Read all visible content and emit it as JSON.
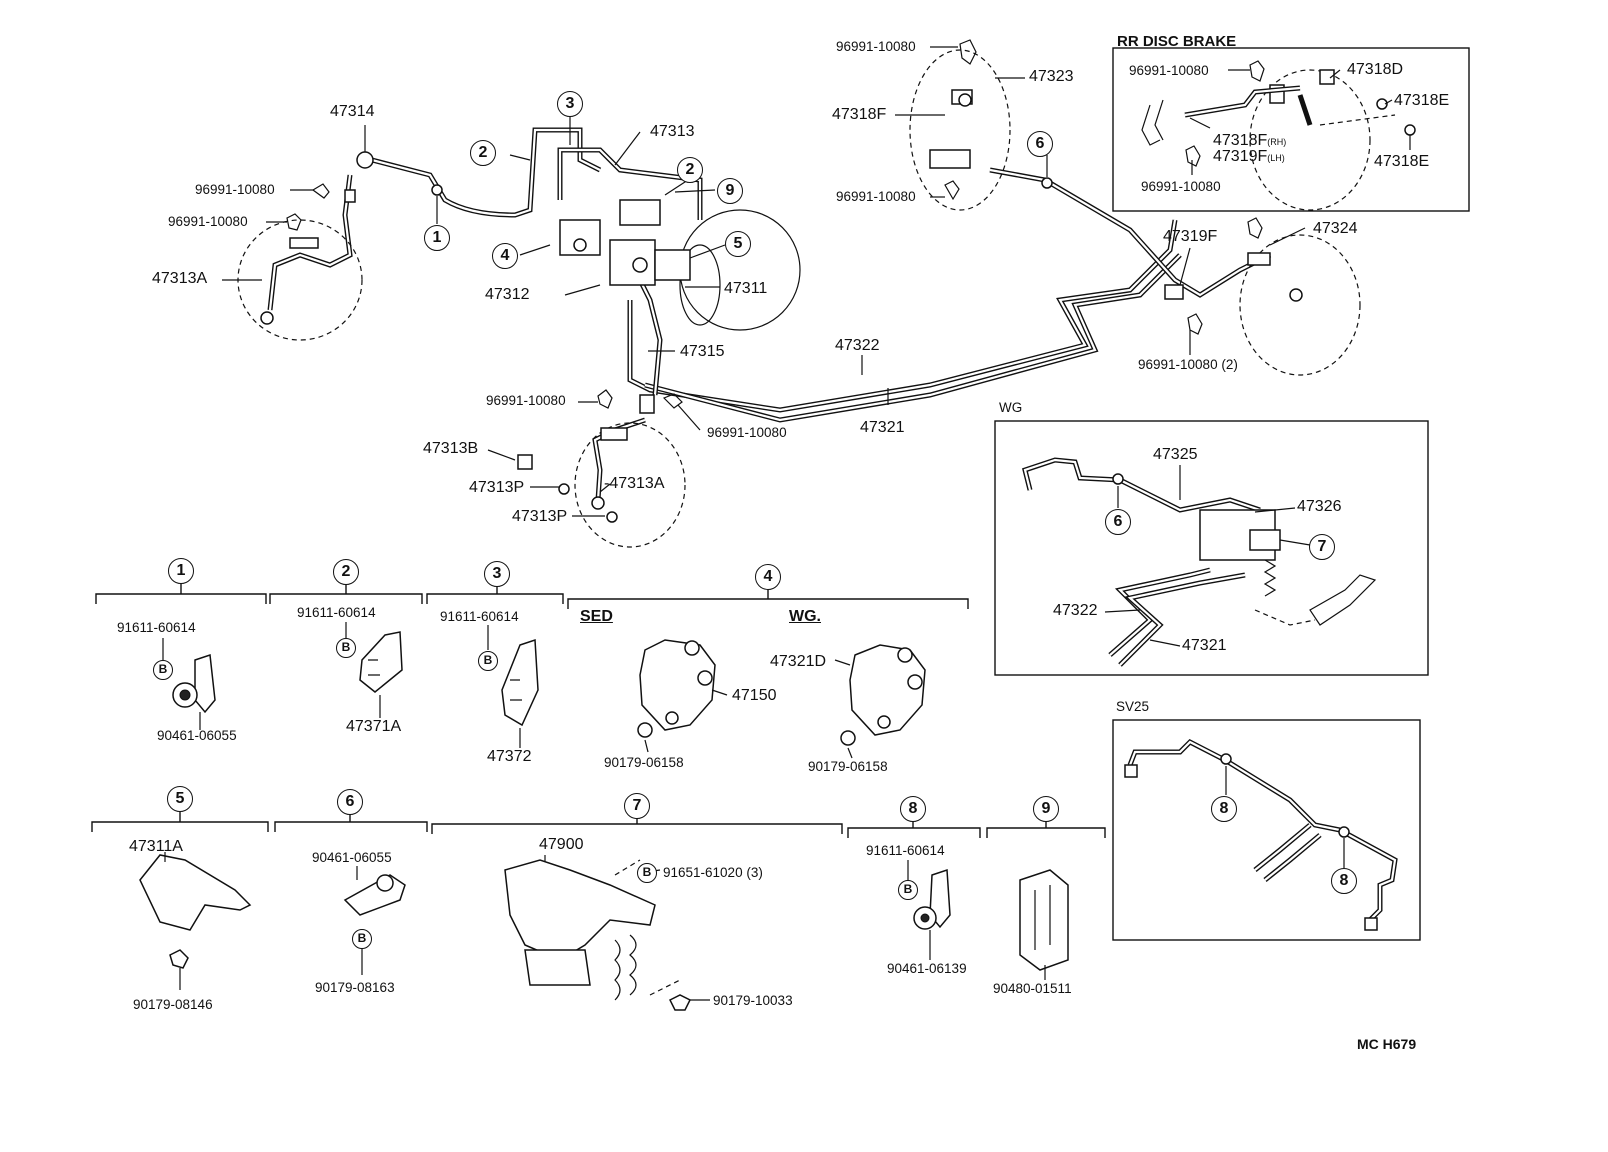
{
  "labels": {
    "p47314": "47314",
    "p47313": "47313",
    "p96991_a": "96991-10080",
    "p96991_b": "96991-10080",
    "p47313A_a": "47313A",
    "p47312": "47312",
    "p47311": "47311",
    "p47315": "47315",
    "p96991_c": "96991-10080",
    "p96991_d": "96991-10080",
    "p47313B": "47313B",
    "p47313P_a": "47313P",
    "p47313A_b": "-47313A",
    "p47313P_b": "47313P",
    "p47322": "47322",
    "p47321": "47321",
    "p96991_e": "96991-10080",
    "p47323": "47323",
    "p47318F": "47318F",
    "p96991_f": "96991-10080",
    "p47319F_main": "47319F",
    "p47324": "47324",
    "p96991_g": "96991-10080 (2)",
    "rr_title": "RR DISC BRAKE",
    "rr_96991_a": "96991-10080",
    "rr_47318D": "47318D",
    "rr_47318E_a": "47318E",
    "rr_47318F": "47318F",
    "rr_47318F_sub": "(RH)",
    "rr_47319F": "47319F",
    "rr_47319F_sub": "(LH)",
    "rr_96991_b": "96991-10080",
    "rr_47318E_b": "47318E",
    "wg_title": "WG",
    "wg_47325": "47325",
    "wg_47326": "47326",
    "wg_47322": "47322",
    "wg_47321": "47321",
    "sv_title": "SV25",
    "g1_part_a": "91611-60614",
    "g1_part_b": "90461-06055",
    "g2_part_a": "91611-60614",
    "g2_part_b": "47371A",
    "g3_part_a": "91611-60614",
    "g3_part_b": "47372",
    "g4_sed": "SED",
    "g4_wg": "WG.",
    "g4_47150": "47150",
    "g4_90179_a": "90179-06158",
    "g4_47321D": "47321D",
    "g4_90179_b": "90179-06158",
    "g5_part_a": "47311A",
    "g5_part_b": "90179-08146",
    "g6_part_a": "90461-06055",
    "g6_part_b": "90179-08163",
    "g7_part_a": "47900",
    "g7_part_b": "91651-61020 (3)",
    "g7_part_c": "90179-10033",
    "g8_part_a": "91611-60614",
    "g8_part_b": "90461-06139",
    "g9_part_a": "90480-01511",
    "code": "MC H679"
  },
  "callouts": {
    "n1": "1",
    "n2": "2",
    "n3": "3",
    "n4": "4",
    "n5": "5",
    "n6": "6",
    "n7": "7",
    "n8": "8",
    "n9": "9",
    "bmark": "B"
  }
}
